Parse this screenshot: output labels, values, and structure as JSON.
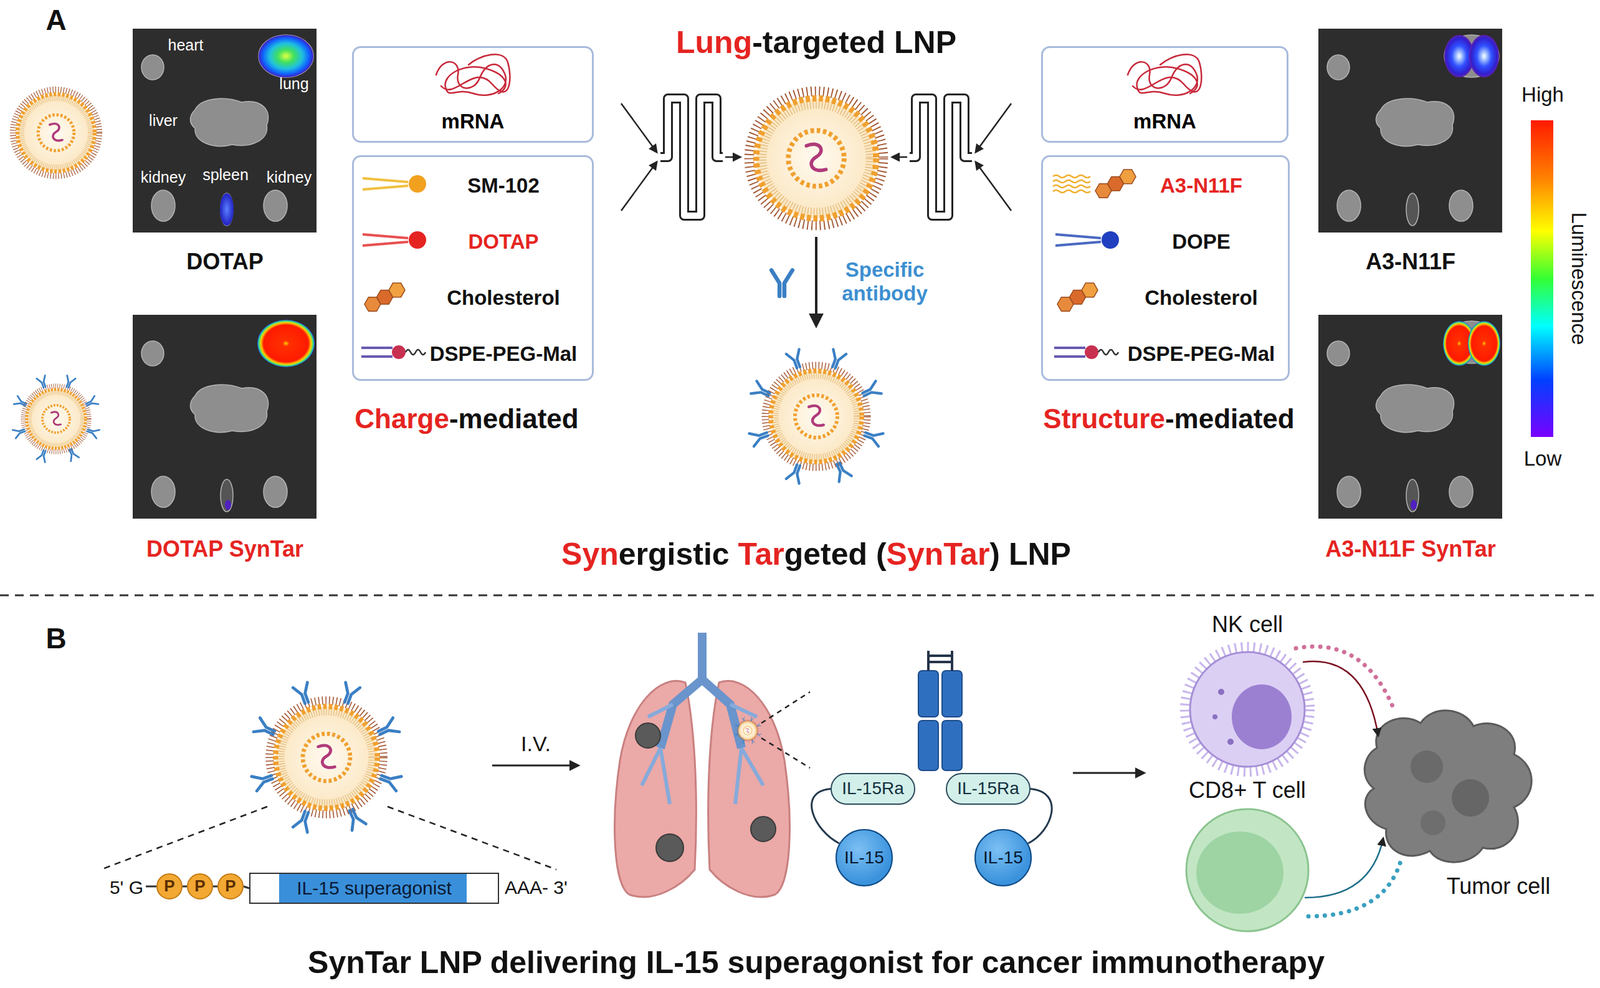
{
  "diagram": {
    "title": "Lung-targeted LNP",
    "caption": "SynTar LNP delivering IL-15 superagonist for cancer immunotherapy",
    "nodes": [
      {
        "text": [
          "mRNA"
        ]
      },
      {
        "text": [
          "SM-102",
          "DOTAP",
          "Cholesterol",
          "DSPE-PEG-Mal"
        ]
      },
      {
        "text": [
          "mRNA"
        ]
      },
      {
        "text": [
          "A3-N11F",
          "DOPE",
          "Cholesterol",
          "DSPE-PEG-Mal"
        ]
      },
      {
        "text": [
          "P"
        ]
      },
      {
        "text": [
          "P"
        ]
      },
      {
        "text": [
          "P"
        ]
      },
      {
        "text": [
          "IL-15 superagonist"
        ]
      },
      {
        "text": [
          "IL-15Ra"
        ]
      },
      {
        "text": [
          "IL-15Ra"
        ]
      },
      {
        "text": [
          "IL-15"
        ]
      },
      {
        "text": [
          "IL-15"
        ]
      }
    ],
    "edges": [
      {
        "from": 4,
        "to": 5,
        "arrow": "none"
      },
      {
        "from": 5,
        "to": 6,
        "arrow": "none"
      },
      {
        "from": 6,
        "to": 7,
        "arrow": "none"
      },
      {
        "from": 8,
        "to": 10,
        "arrow": "none"
      },
      {
        "from": 9,
        "to": 11,
        "arrow": "none"
      }
    ],
    "labels": [
      "A",
      "heart",
      "lung",
      "liver",
      "kidney",
      "spleen",
      "kidney",
      "DOTAP",
      "DOTAP SynTar",
      "Charge-mediated",
      "Specific antibody",
      "Synergistic Targeted (SynTar) LNP",
      "Structure-mediated",
      "A3-N11F",
      "A3-N11F SynTar",
      "High",
      "Luminescence",
      "Low",
      "B",
      "5' G",
      "AAA- 3'",
      "I.V.",
      "NK cell",
      "CD8+ T cell",
      "Tumor cell"
    ]
  }
}
